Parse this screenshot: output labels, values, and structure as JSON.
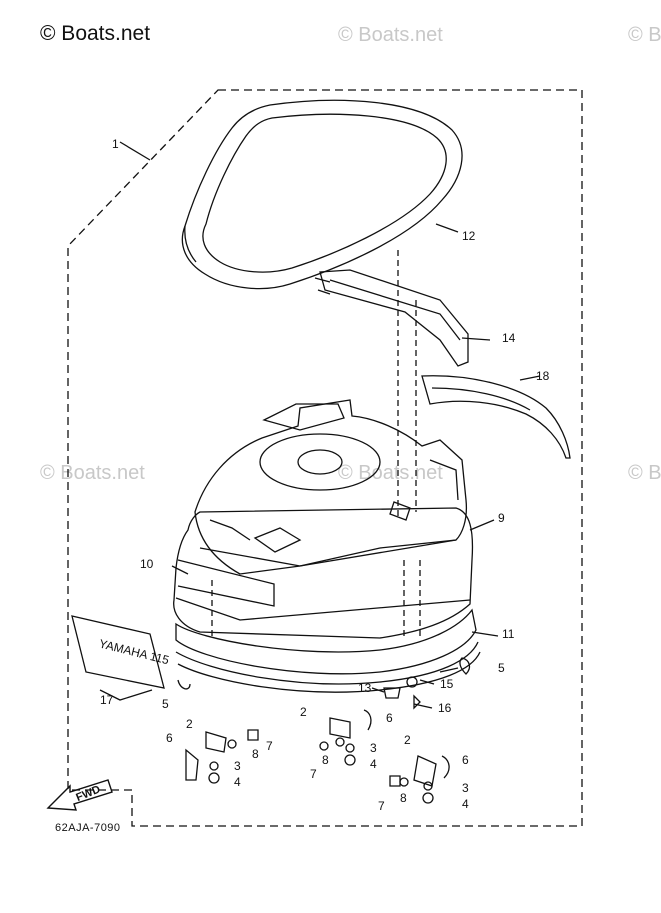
{
  "watermark": {
    "main": "© Boats.net",
    "faint": "© Boats.net",
    "faint_edge": "© B"
  },
  "diagram_code": "62AJA-7090",
  "decal_text": "YAMAHA 115",
  "fwd_label": "FWD",
  "callouts": [
    "1",
    "12",
    "14",
    "18",
    "9",
    "10",
    "11",
    "5",
    "17",
    "5",
    "13",
    "15",
    "16",
    "2",
    "6",
    "8",
    "7",
    "3",
    "4",
    "6",
    "2",
    "7",
    "8",
    "3",
    "4",
    "2",
    "6",
    "7",
    "8",
    "3",
    "4"
  ],
  "colors": {
    "line": "#111111",
    "watermark": "#c8c8c8"
  }
}
